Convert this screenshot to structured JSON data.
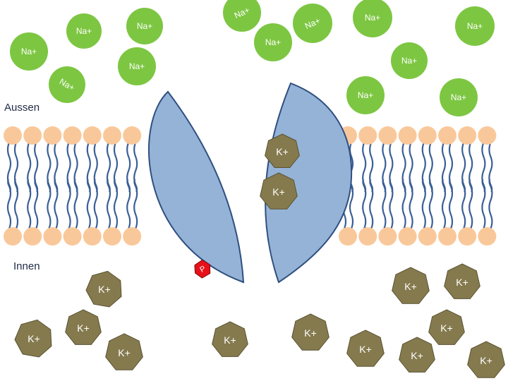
{
  "labels": {
    "outside": "Aussen",
    "inside": "Innen"
  },
  "ion_labels": {
    "sodium": "Na+",
    "potassium": "K+",
    "phosphate": "P"
  },
  "colors": {
    "sodium": "#7dc642",
    "potassium": "#857a4e",
    "potassium_stroke": "#5a5230",
    "head": "#f9c89a",
    "tail": "#3a5f96",
    "protein": "#95b3d7",
    "protein_stroke": "#2f4f7f",
    "phosphate": "#e8101a",
    "text": "#ffffff"
  }
}
